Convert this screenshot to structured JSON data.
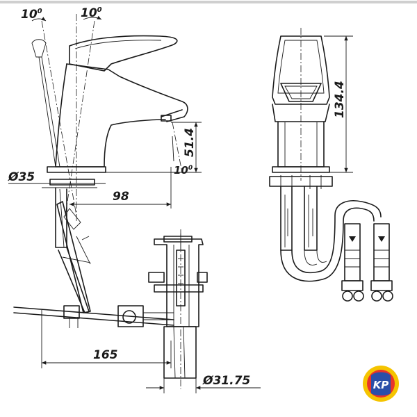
{
  "dimensions": {
    "angle_left": "10",
    "angle_right": "10",
    "angle_unit": "0",
    "spout_height": "51.4",
    "spout_angle": "10",
    "base_diameter": "Ø35",
    "spout_reach": "98",
    "total_height": "134.4",
    "rod_length": "165",
    "waste_diameter": "Ø31.75"
  },
  "logo": {
    "text": "KP",
    "colors": [
      "#f5c400",
      "#e8342b",
      "#2a4fa8"
    ]
  }
}
